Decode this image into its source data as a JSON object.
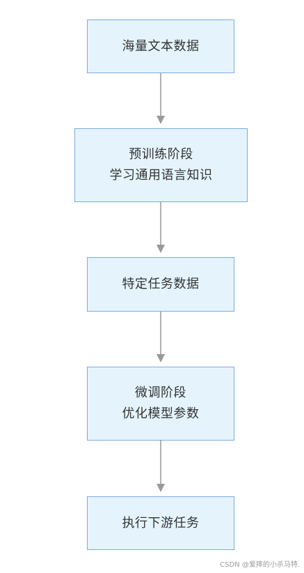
{
  "flow": {
    "steps": [
      {
        "lines": [
          "海量文本数据"
        ]
      },
      {
        "lines": [
          "预训练阶段",
          "学习通用语言知识"
        ]
      },
      {
        "lines": [
          "特定任务数据"
        ]
      },
      {
        "lines": [
          "微调阶段",
          "优化模型参数"
        ]
      },
      {
        "lines": [
          "执行下游任务"
        ]
      }
    ]
  },
  "colors": {
    "node_fill": "#e5f4fc",
    "node_border": "#7aa9e6",
    "arrow": "#999999",
    "text": "#333333"
  },
  "watermark": "CSDN @爱摔的小杀马特."
}
